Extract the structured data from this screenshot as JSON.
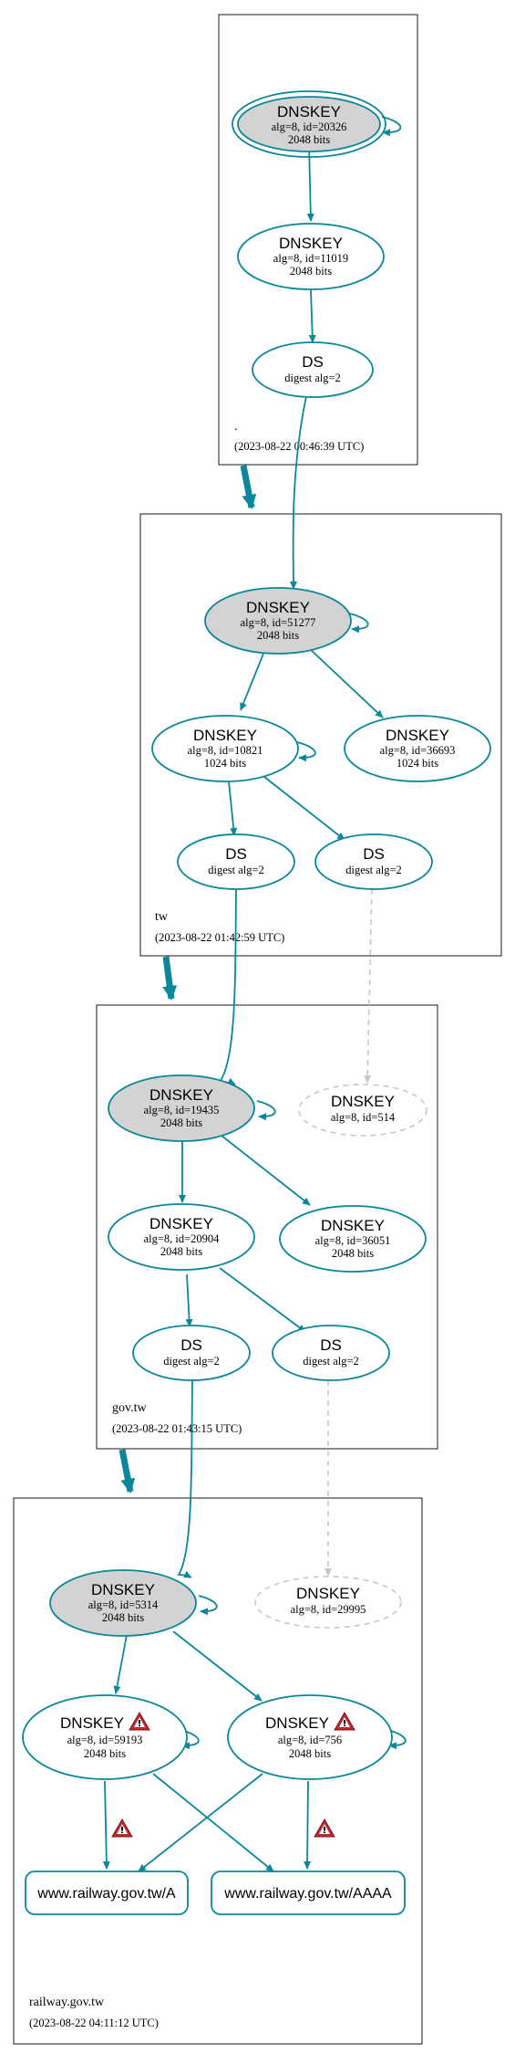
{
  "colors": {
    "edge": "#0a879a",
    "sep_fill": "#d3d3d3",
    "dashed": "#c8c8c8",
    "warning": "#c0282d"
  },
  "zones": {
    "root": {
      "name": ".",
      "timestamp": "(2023-08-22 00:46:39 UTC)"
    },
    "tw": {
      "name": "tw",
      "timestamp": "(2023-08-22 01:42:59 UTC)"
    },
    "govtw": {
      "name": "gov.tw",
      "timestamp": "(2023-08-22 01:43:15 UTC)"
    },
    "railway": {
      "name": "railway.gov.tw",
      "timestamp": "(2023-08-22 04:11:12 UTC)"
    }
  },
  "nodes": {
    "root_ksk": {
      "title": "DNSKEY",
      "line1": "alg=8, id=20326",
      "line2": "2048 bits"
    },
    "root_zsk": {
      "title": "DNSKEY",
      "line1": "alg=8, id=11019",
      "line2": "2048 bits"
    },
    "root_ds": {
      "title": "DS",
      "line1": "digest alg=2"
    },
    "tw_ksk": {
      "title": "DNSKEY",
      "line1": "alg=8, id=51277",
      "line2": "2048 bits"
    },
    "tw_zsk1": {
      "title": "DNSKEY",
      "line1": "alg=8, id=10821",
      "line2": "1024 bits"
    },
    "tw_zsk2": {
      "title": "DNSKEY",
      "line1": "alg=8, id=36693",
      "line2": "1024 bits"
    },
    "tw_ds1": {
      "title": "DS",
      "line1": "digest alg=2"
    },
    "tw_ds2": {
      "title": "DS",
      "line1": "digest alg=2"
    },
    "gov_ksk": {
      "title": "DNSKEY",
      "line1": "alg=8, id=19435",
      "line2": "2048 bits"
    },
    "gov_missing": {
      "title": "DNSKEY",
      "line1": "alg=8, id=514"
    },
    "gov_zsk1": {
      "title": "DNSKEY",
      "line1": "alg=8, id=20904",
      "line2": "2048 bits"
    },
    "gov_zsk2": {
      "title": "DNSKEY",
      "line1": "alg=8, id=36051",
      "line2": "2048 bits"
    },
    "gov_ds1": {
      "title": "DS",
      "line1": "digest alg=2"
    },
    "gov_ds2": {
      "title": "DS",
      "line1": "digest alg=2"
    },
    "rw_ksk": {
      "title": "DNSKEY",
      "line1": "alg=8, id=5314",
      "line2": "2048 bits"
    },
    "rw_missing": {
      "title": "DNSKEY",
      "line1": "alg=8, id=29995"
    },
    "rw_key1": {
      "title": "DNSKEY",
      "line1": "alg=8, id=59193",
      "line2": "2048 bits"
    },
    "rw_key2": {
      "title": "DNSKEY",
      "line1": "alg=8, id=756",
      "line2": "2048 bits"
    },
    "rw_rr_a": {
      "title": "www.railway.gov.tw/A"
    },
    "rw_rr_aaaa": {
      "title": "www.railway.gov.tw/AAAA"
    }
  },
  "icons": {
    "warning": "warning-icon"
  }
}
